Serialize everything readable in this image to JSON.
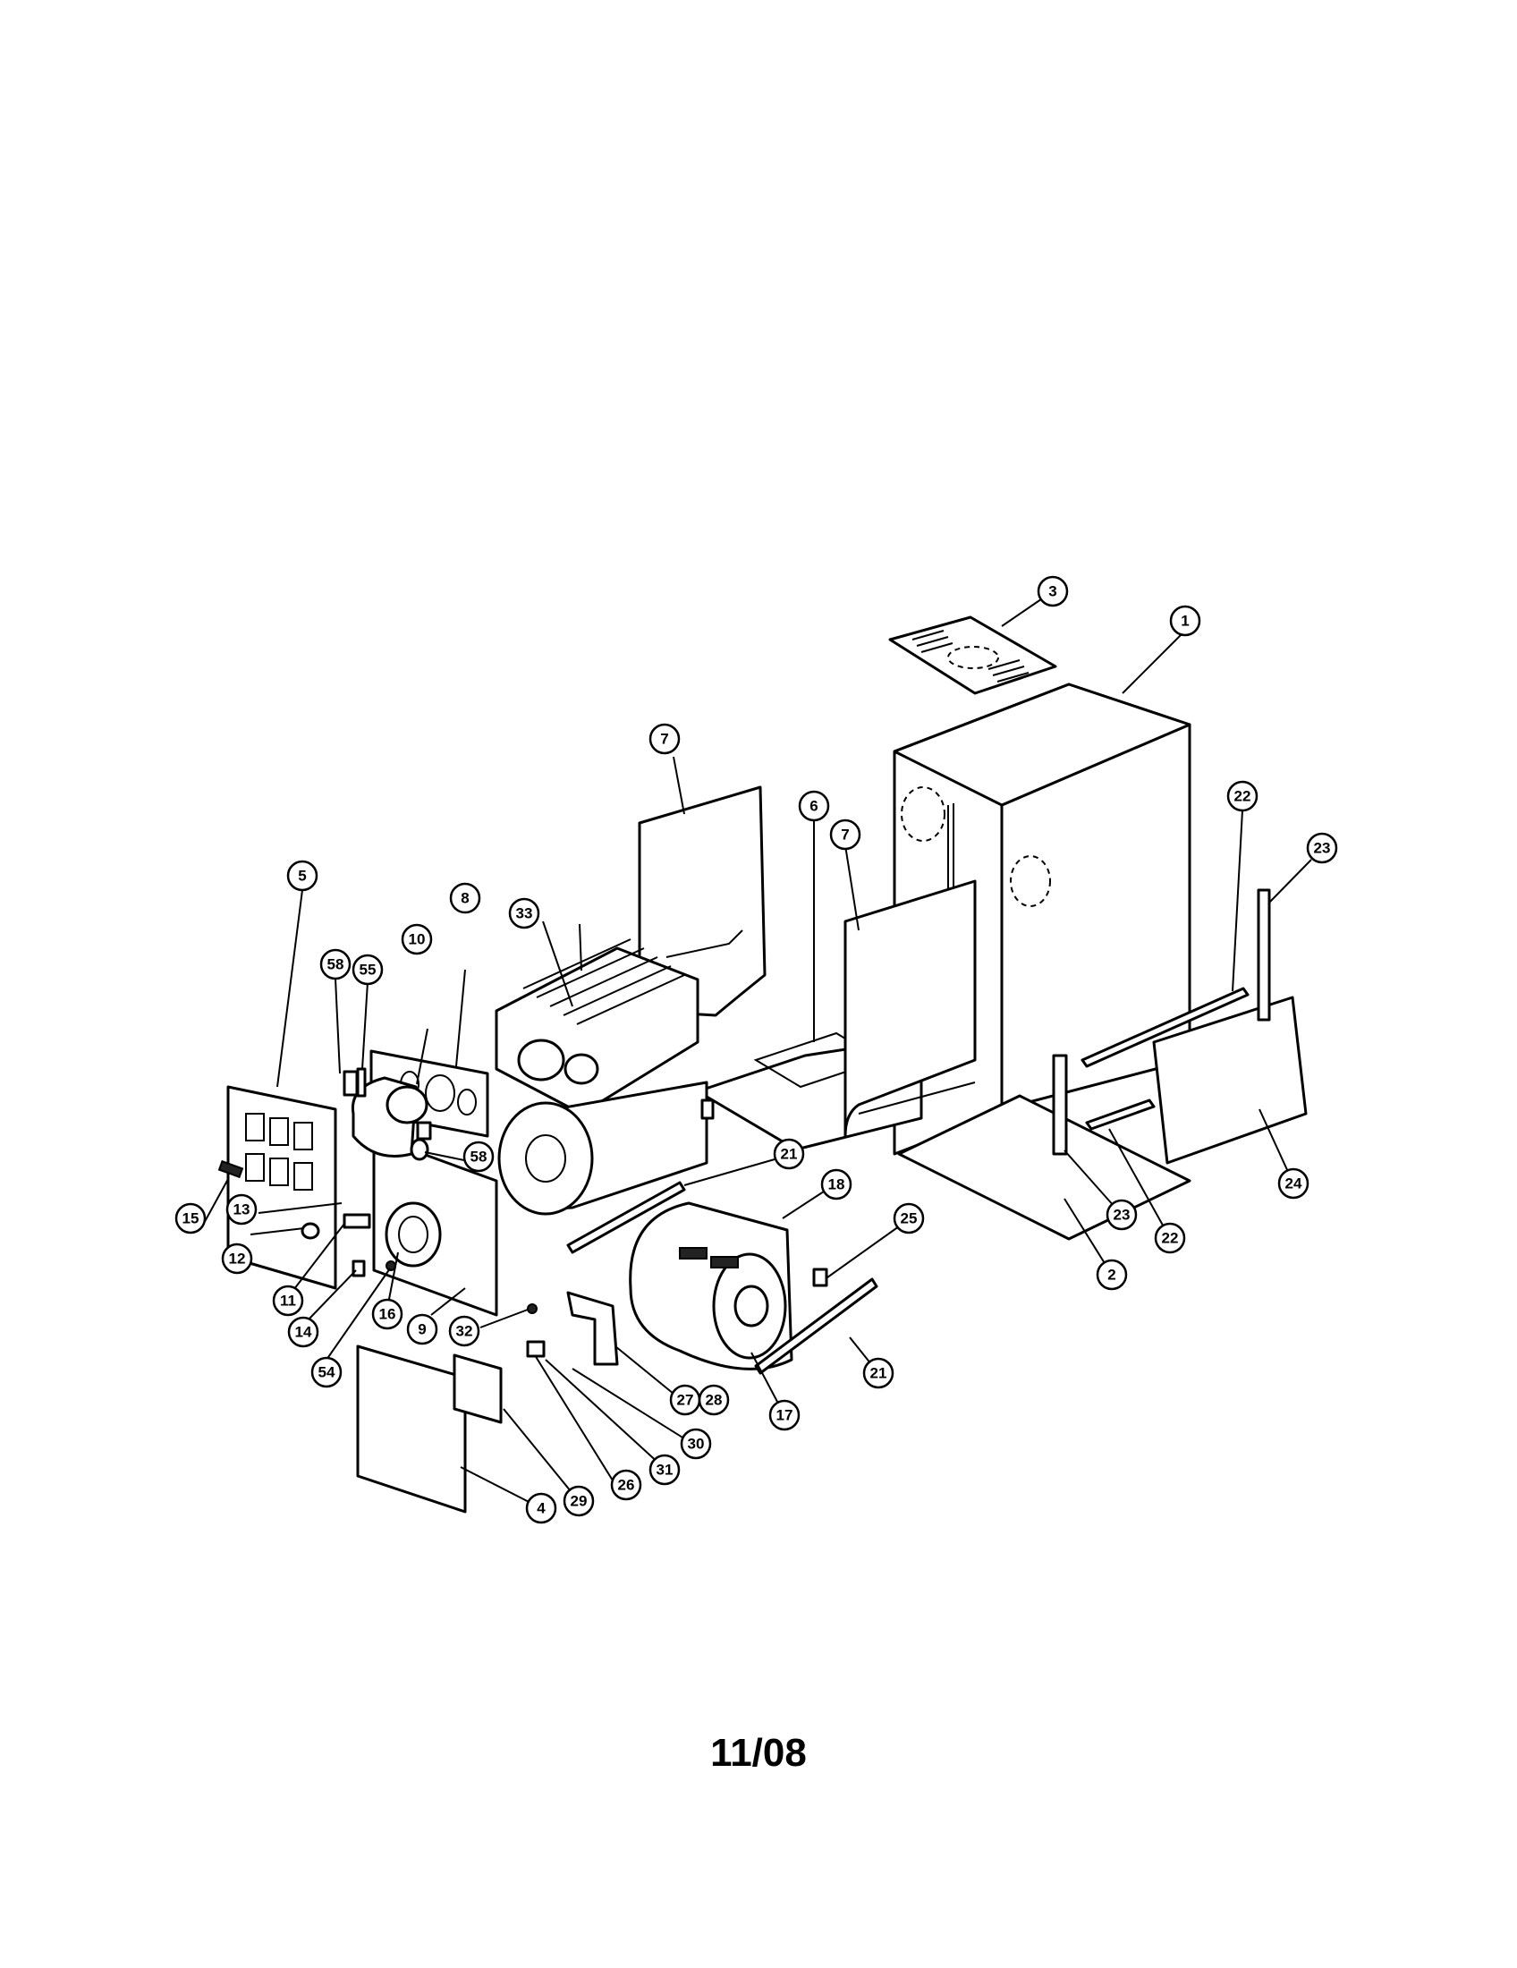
{
  "diagram": {
    "callouts": [
      {
        "id": "c1",
        "label": "1"
      },
      {
        "id": "c2",
        "label": "2"
      },
      {
        "id": "c3",
        "label": "3"
      },
      {
        "id": "c4",
        "label": "4"
      },
      {
        "id": "c5",
        "label": "5"
      },
      {
        "id": "c6",
        "label": "6"
      },
      {
        "id": "c7a",
        "label": "7"
      },
      {
        "id": "c7b",
        "label": "7"
      },
      {
        "id": "c8",
        "label": "8"
      },
      {
        "id": "c9",
        "label": "9"
      },
      {
        "id": "c10",
        "label": "10"
      },
      {
        "id": "c11",
        "label": "11"
      },
      {
        "id": "c12",
        "label": "12"
      },
      {
        "id": "c13",
        "label": "13"
      },
      {
        "id": "c14",
        "label": "14"
      },
      {
        "id": "c15",
        "label": "15"
      },
      {
        "id": "c16",
        "label": "16"
      },
      {
        "id": "c17",
        "label": "17"
      },
      {
        "id": "c18",
        "label": "18"
      },
      {
        "id": "c21a",
        "label": "21"
      },
      {
        "id": "c21b",
        "label": "21"
      },
      {
        "id": "c22a",
        "label": "22"
      },
      {
        "id": "c22b",
        "label": "22"
      },
      {
        "id": "c23a",
        "label": "23"
      },
      {
        "id": "c23b",
        "label": "23"
      },
      {
        "id": "c24",
        "label": "24"
      },
      {
        "id": "c25",
        "label": "25"
      },
      {
        "id": "c26",
        "label": "26"
      },
      {
        "id": "c27",
        "label": "27"
      },
      {
        "id": "c28",
        "label": "28"
      },
      {
        "id": "c29",
        "label": "29"
      },
      {
        "id": "c30",
        "label": "30"
      },
      {
        "id": "c31",
        "label": "31"
      },
      {
        "id": "c32",
        "label": "32"
      },
      {
        "id": "c33",
        "label": "33"
      },
      {
        "id": "c54",
        "label": "54"
      },
      {
        "id": "c55",
        "label": "55"
      },
      {
        "id": "c58a",
        "label": "58"
      },
      {
        "id": "c58b",
        "label": "58"
      }
    ]
  },
  "footer": {
    "date": "11/08"
  }
}
